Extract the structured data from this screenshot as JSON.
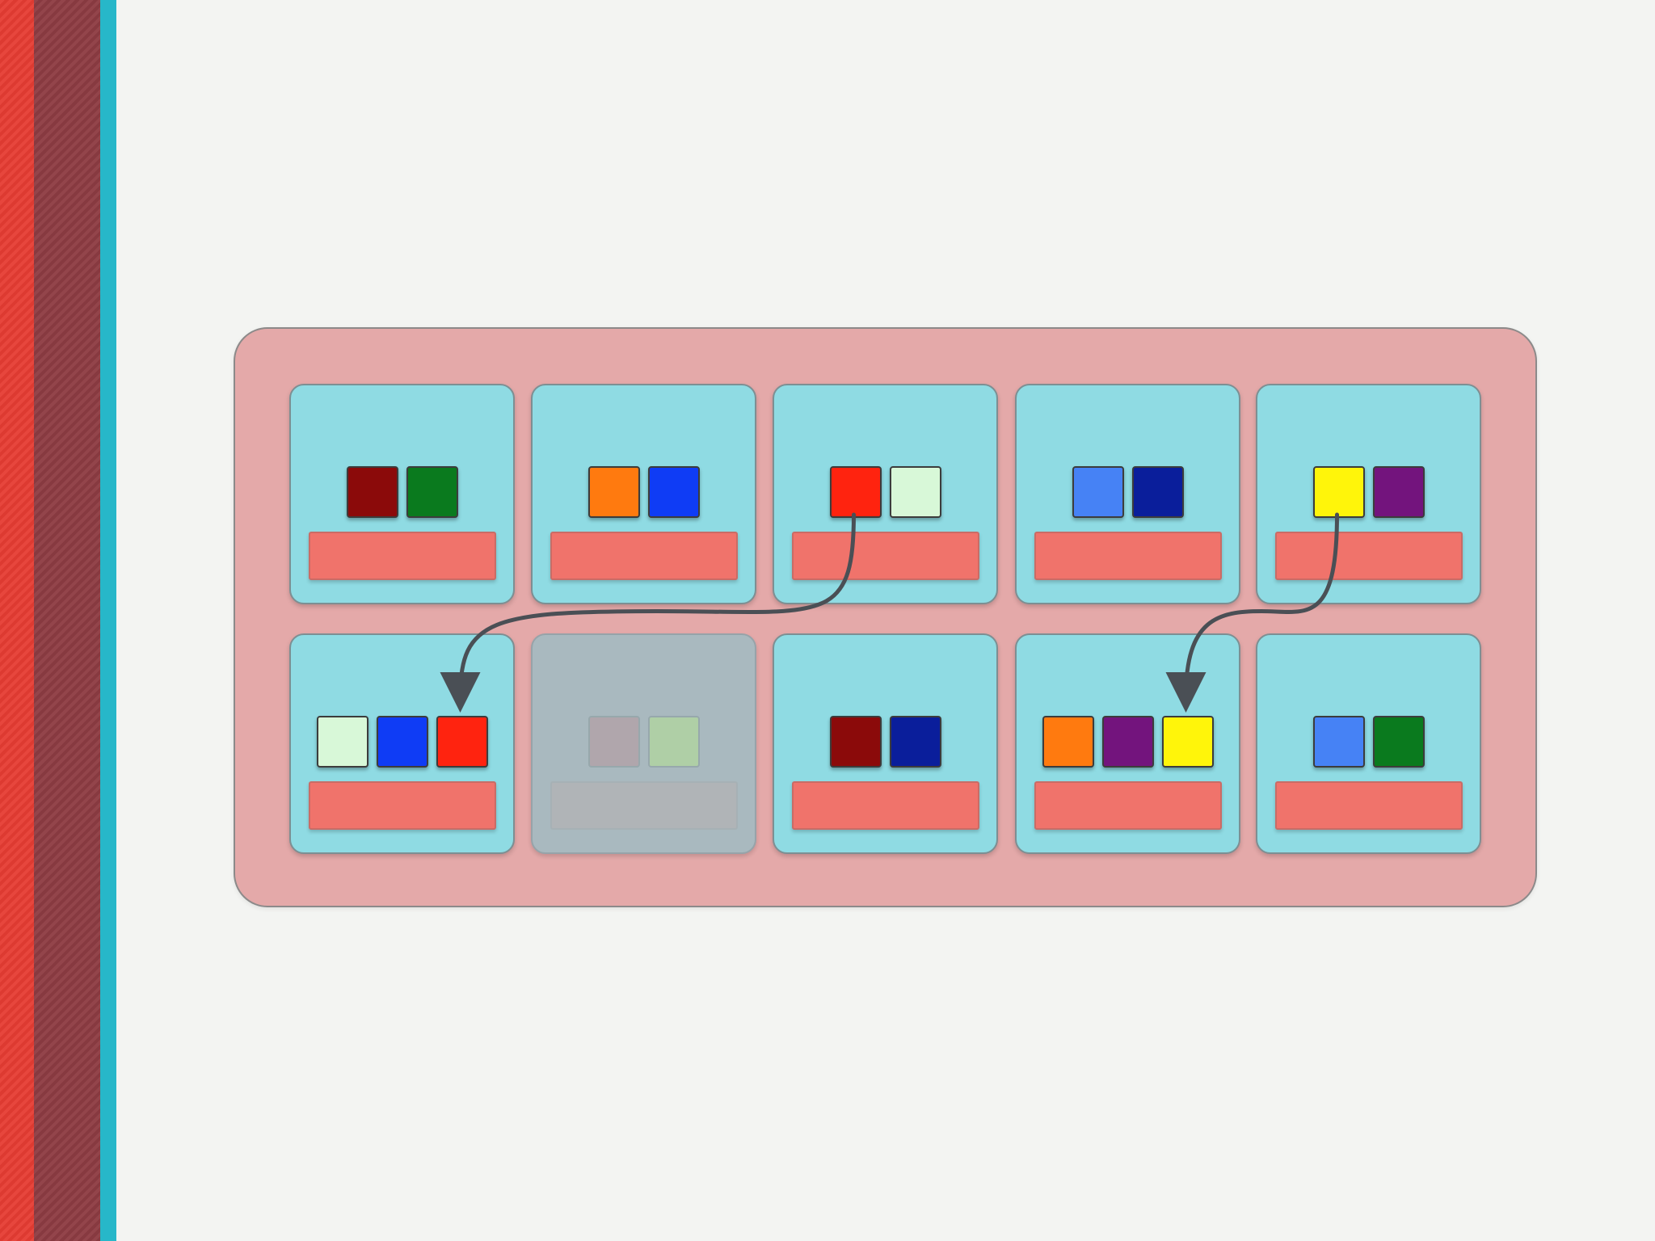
{
  "background_color": "#f3f4f2",
  "cluster_color": "#e4a9a9",
  "node_color": "#8fdbe3",
  "tray_color": "#f0736b",
  "arrow_color": "#4a4f55",
  "nodes": [
    {
      "row": 0,
      "col": 0,
      "faded": false,
      "blocks": [
        "#8b0a0a",
        "#0a7a1e"
      ]
    },
    {
      "row": 0,
      "col": 1,
      "faded": false,
      "blocks": [
        "#ff7a0f",
        "#0f3cf5"
      ]
    },
    {
      "row": 0,
      "col": 2,
      "faded": false,
      "blocks": [
        "#ff230f",
        "#d8f8d8"
      ]
    },
    {
      "row": 0,
      "col": 3,
      "faded": false,
      "blocks": [
        "#4682f5",
        "#0a1e9b"
      ]
    },
    {
      "row": 0,
      "col": 4,
      "faded": false,
      "blocks": [
        "#fff50a",
        "#73147d"
      ]
    },
    {
      "row": 1,
      "col": 0,
      "faded": false,
      "blocks": [
        "#d8f8d8",
        "#0f3cf5",
        "#ff230f"
      ]
    },
    {
      "row": 1,
      "col": 1,
      "faded": true,
      "blocks": [
        "#a8a6ad",
        "#a6d6a6"
      ]
    },
    {
      "row": 1,
      "col": 2,
      "faded": false,
      "blocks": [
        "#8b0a0a",
        "#0a1e9b"
      ]
    },
    {
      "row": 1,
      "col": 3,
      "faded": false,
      "blocks": [
        "#ff7a0f",
        "#73147d",
        "#fff50a"
      ]
    },
    {
      "row": 1,
      "col": 4,
      "faded": false,
      "blocks": [
        "#4682f5",
        "#0a7a1e"
      ]
    }
  ],
  "migrations": [
    {
      "from_node": 2,
      "to_node": 5,
      "block": "#ff230f"
    },
    {
      "from_node": 4,
      "to_node": 8,
      "block": "#fff50a"
    }
  ]
}
